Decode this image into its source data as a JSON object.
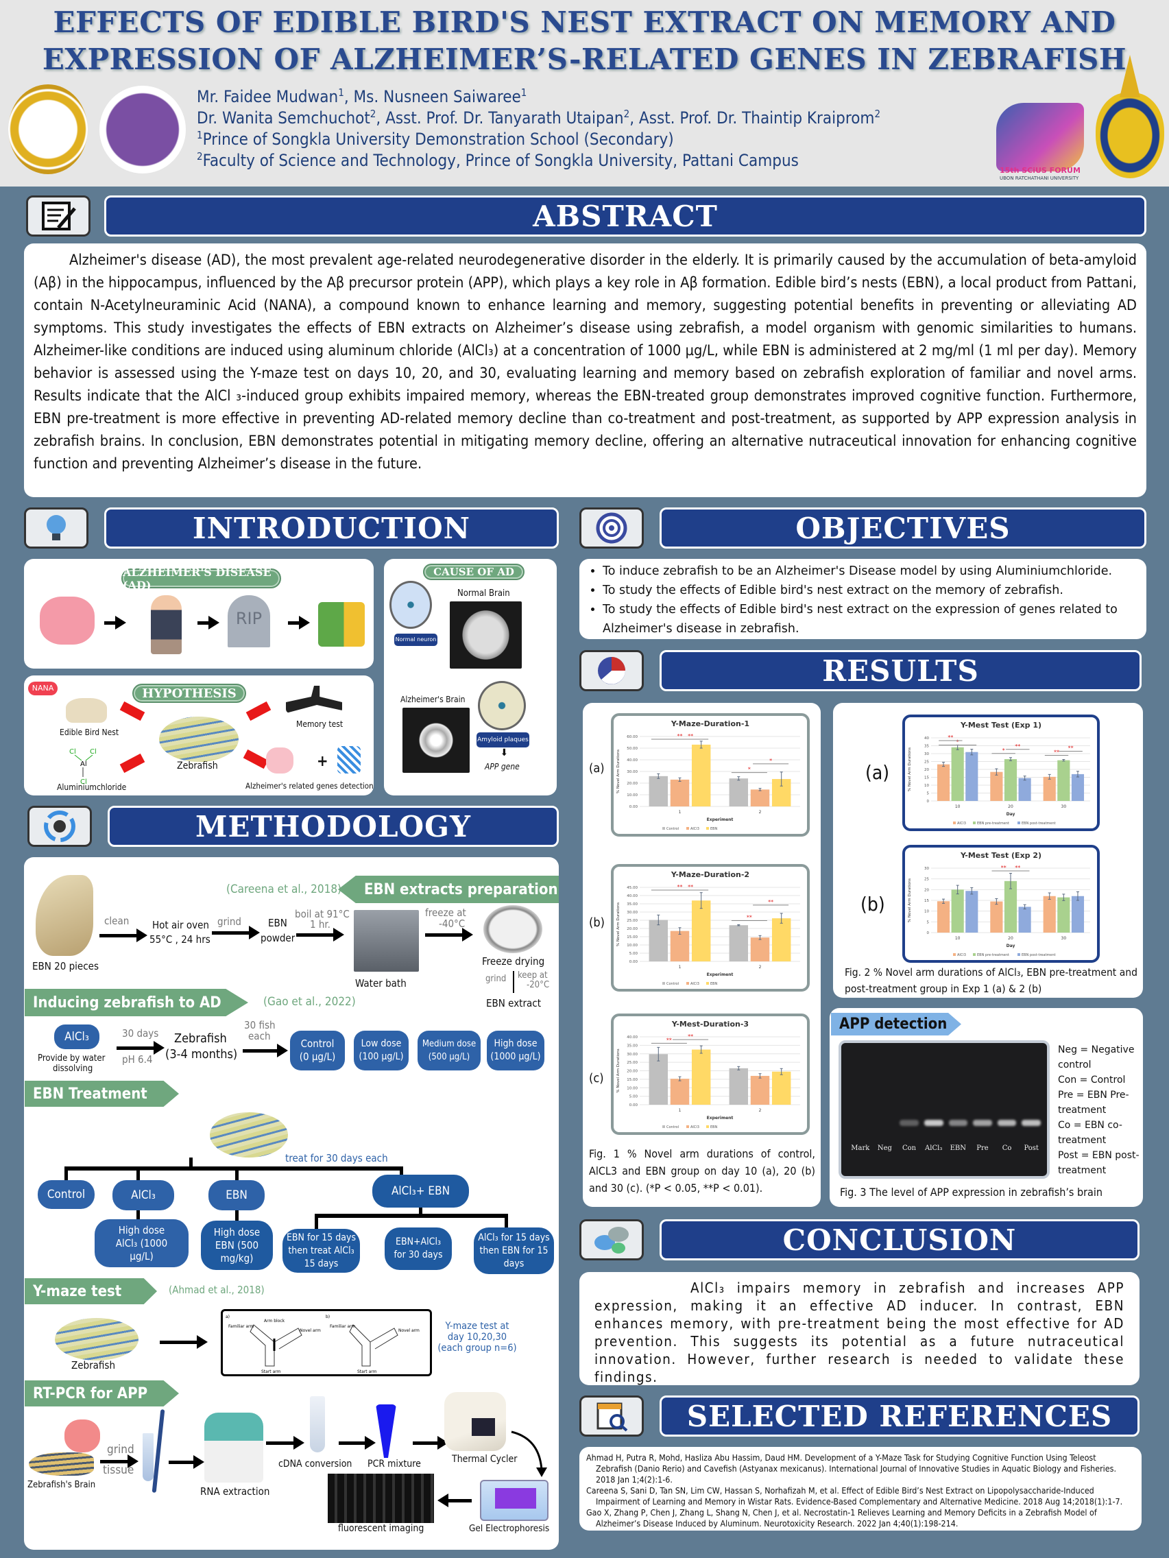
{
  "header": {
    "title_line1": "EFFECTS OF EDIBLE BIRD'S NEST EXTRACT ON MEMORY AND",
    "title_line2": "EXPRESSION OF ALZHEIMER’S-RELATED GENES IN ZEBRAFISH",
    "authors_line1": [
      {
        "name": "Mr. Faidee Mudwan",
        "aff": "1"
      },
      {
        "name": ", Ms. Nusneen Saiwaree",
        "aff": "1"
      }
    ],
    "authors_line2": [
      {
        "name": "Dr. Wanita Semchuchot",
        "aff": "2"
      },
      {
        "name": ", Asst. Prof. Dr. Tanyarath Utaipan",
        "aff": "2"
      },
      {
        "name": ", Asst. Prof. Dr. Thaintip Kraiprom",
        "aff": "2"
      }
    ],
    "affiliations": [
      {
        "num": "1",
        "text": "Prince of Songkla University Demonstration School (Secondary)"
      },
      {
        "num": "2",
        "text": "Faculty of Science and Technology, Prince of Songkla University, Pattani Campus"
      }
    ],
    "forum_logo_text": "15th SCiUS FORUM",
    "forum_logo_sub": "UBON RATCHATHANI UNIVERSITY"
  },
  "abstract": {
    "title": "ABSTRACT",
    "text": "Alzheimer's disease (AD), the most prevalent age-related neurodegenerative disorder in the elderly. It is primarily caused by the accumulation of beta-amyloid (Aβ) in the hippocampus, influenced by the Aβ precursor protein (APP), which plays a key role in Aβ formation. Edible bird’s nests (EBN), a local product from Pattani, contain N-Acetylneuraminic Acid (NANA), a compound known to enhance learning and memory, suggesting potential benefits in preventing or alleviating AD symptoms. This study investigates the effects of EBN extracts on Alzheimer’s disease using zebrafish, a model organism with genomic similarities to humans. Alzheimer-like conditions are induced using aluminum chloride (AlCl₃) at a concentration of 1000 µg/L, while EBN is administered at 2 mg/ml (1 ml per day). Memory behavior is assessed using the Y-maze test on days 10, 20, and 30, evaluating learning and memory based on zebrafish exploration of familiar and novel arms. Results indicate that the AlCl ₃-induced group exhibits impaired memory, whereas the EBN-treated group demonstrates improved cognitive function. Furthermore, EBN pre-treatment is more effective in preventing AD-related memory decline than co-treatment and post-treatment, as supported by APP expression analysis in zebrafish brains. In conclusion, EBN demonstrates potential in mitigating memory decline, offering an alternative nutraceutical innovation for enhancing cognitive function and preventing Alzheimer’s disease in the future."
  },
  "introduction": {
    "title": "INTRODUCTION",
    "ad_label": "ALZHEIMER'S DISEASE (AD)",
    "rip": "RIP",
    "hypothesis_label": "HYPOTHESIS",
    "nana": "NANA",
    "edible_bird_nest": "Edible Bird Nest",
    "aluminiumchloride": "Aluminiumchloride",
    "zebrafish": "Zebrafish",
    "memory_test": "Memory test",
    "genes_detection": "Alzheimer's related genes detection",
    "cause_label": "CAUSE OF AD",
    "normal_brain": "Normal Brain",
    "normal_neuron": "Normal neuron",
    "alz_brain": "Alzheimer's Brain",
    "amyloid": "Amyloid plaques",
    "app_gene": "APP gene"
  },
  "objectives": {
    "title": "OBJECTIVES",
    "items": [
      "To induce zebrafish to be an Alzheimer's Disease model by using Aluminiumchloride.",
      "To study the effects of Edible bird's nest extract on the memory of zebrafish.",
      "To study the effects of Edible bird's nest extract on the expression of genes related to Alzheimer's disease in zebrafish."
    ]
  },
  "methodology": {
    "title": "METHODOLOGY",
    "prep": {
      "tag": "EBN extracts preparation",
      "ref": "(Careena et al., 2018)",
      "ebn_pieces": "EBN 20 pieces",
      "clean": "clean",
      "oven1": "Hot air oven",
      "oven2": "55°C , 24 hrs",
      "grind": "grind",
      "powder1": "EBN",
      "powder2": "powder",
      "boil1": "boil at 91°C",
      "boil2": "1 hr.",
      "water_bath": "Water bath",
      "freeze1": "freeze at",
      "freeze2": "-40°C",
      "freeze_drying": "Freeze drying",
      "grind2": "grind",
      "keep1": "keep at",
      "keep2": "-20°C",
      "extract": "EBN extract"
    },
    "induce": {
      "tag": "Inducing zebrafish to AD",
      "ref": "(Gao et al., 2022)",
      "alcl3": "AlCl₃",
      "provide": "Provide by water",
      "dissolving": "dissolving",
      "days": "30 days",
      "ph": "pH 6.4",
      "zebrafish": "Zebrafish",
      "months": "(3-4 months)",
      "fish1": "30 fish",
      "fish2": "each",
      "doses": [
        {
          "name": "Control",
          "value": "(0 µg/L)"
        },
        {
          "name": "Low dose",
          "value": "(100 µg/L)"
        },
        {
          "name": "Medium dose",
          "value": "(500 µg/L)"
        },
        {
          "name": "High dose",
          "value": "(1000 µg/L)"
        }
      ]
    },
    "treatment": {
      "tag": "EBN Treatment",
      "treat": "treat for 30 days each",
      "control": "Control",
      "alcl3": "AlCl₃",
      "ebn": "EBN",
      "combo": "AlCl₃+ EBN",
      "alcl3_sub": "High dose AlCl₃ (1000 µg/L)",
      "ebn_sub": "High dose EBN (500 mg/kg)",
      "combo_subs": [
        "EBN for 15 days then treat AlCl₃ 15 days",
        "EBN+AlCl₃ for 30 days",
        "AlCl₃ for 15 days then EBN for 15 days"
      ]
    },
    "ymaze": {
      "tag": "Y-maze test",
      "ref": "(Ahmad et al., 2018)",
      "zebrafish": "Zebrafish",
      "note": "Y-maze test at day 10,20,30 (each group n=6)",
      "diagram": {
        "a": "a)",
        "b": "b)",
        "arm_block": "Arm block",
        "familiar": "Familiar arm",
        "novel": "Novel arm",
        "start": "Start arm"
      }
    },
    "rtpcr": {
      "tag": "RT-PCR for APP",
      "brain": "Zebrafish's Brain",
      "grind": "grind",
      "tissue": "tissue",
      "rna": "RNA extraction",
      "cdna": "cDNA conversion",
      "pcr": "PCR mixture",
      "cycler": "Thermal Cycler",
      "gel": "Gel Electrophoresis",
      "imaging": "fluorescent imaging"
    }
  },
  "results": {
    "title": "RESULTS",
    "fig1_labels": [
      "(a)",
      "(b)",
      "(c)"
    ],
    "fig1_caption": "Fig. 1 % Novel arm durations of control, AlCL3 and EBN group on day 10 (a), 20 (b) and 30 (c). (*P < 0.05, **P < 0.01).",
    "fig2_labels": [
      "(a)",
      "(b)"
    ],
    "fig2_caption": "Fig. 2 % Novel arm durations of AlCl₃, EBN pre-treatment and post-treatment group in Exp 1 (a) & 2 (b)",
    "app": {
      "tag": "APP detection",
      "lanes": [
        "Mark",
        "Neg",
        "Con",
        "AlCl₃",
        "EBN",
        "Pre",
        "Co",
        "Post"
      ],
      "band_intensity": [
        0,
        0,
        0.35,
        0.9,
        0.55,
        0.7,
        0.8,
        0.85
      ],
      "legend": [
        "Neg = Negative control",
        "Con = Control",
        "Pre = EBN Pre-treatment",
        "Co = EBN co-treatment",
        "Post = EBN post-treatment"
      ],
      "caption": "Fig. 3 The level of APP expression in zebrafish’s brain"
    }
  },
  "chart_data": [
    {
      "type": "bar",
      "title": "Y-Maze-Duration-1",
      "xlabel": "Experiment",
      "ylabel": "% Novel Arm Durations",
      "categories": [
        "1",
        "2"
      ],
      "ylim": [
        0,
        60
      ],
      "ystep": 10,
      "decimals": 2,
      "series": [
        {
          "name": "Control",
          "color": "#bfbfbf",
          "values": [
            26,
            24
          ],
          "errors": [
            2,
            1.5
          ]
        },
        {
          "name": "AlCl3",
          "color": "#f4b183",
          "values": [
            23,
            14.5
          ],
          "errors": [
            1.5,
            1
          ]
        },
        {
          "name": "EBN",
          "color": "#ffd966",
          "values": [
            53,
            23.5
          ],
          "errors": [
            3,
            6
          ]
        }
      ],
      "significance": [
        {
          "cat": 0,
          "from": 1,
          "to": 2,
          "label": "**"
        },
        {
          "cat": 0,
          "from": 0,
          "to": 2,
          "label": "**"
        },
        {
          "cat": 1,
          "from": 0,
          "to": 1,
          "label": "*"
        },
        {
          "cat": 1,
          "from": 1,
          "to": 2,
          "label": "*"
        }
      ]
    },
    {
      "type": "bar",
      "title": "Y-Maze-Duration-2",
      "xlabel": "Experiment",
      "ylabel": "% Novel Arm Durations",
      "categories": [
        "1",
        "2"
      ],
      "ylim": [
        0,
        45
      ],
      "ystep": 5,
      "decimals": 2,
      "series": [
        {
          "name": "Control",
          "color": "#bfbfbf",
          "values": [
            25.2,
            22
          ],
          "errors": [
            3,
            0.3
          ]
        },
        {
          "name": "AlCl3",
          "color": "#f4b183",
          "values": [
            18.5,
            14.5
          ],
          "errors": [
            2,
            1.2
          ]
        },
        {
          "name": "EBN",
          "color": "#ffd966",
          "values": [
            37,
            26.2
          ],
          "errors": [
            4.8,
            3
          ]
        }
      ],
      "significance": [
        {
          "cat": 0,
          "from": 1,
          "to": 2,
          "label": "**"
        },
        {
          "cat": 0,
          "from": 0,
          "to": 2,
          "label": "**"
        },
        {
          "cat": 1,
          "from": 0,
          "to": 1,
          "label": "**"
        },
        {
          "cat": 1,
          "from": 1,
          "to": 2,
          "label": "**"
        }
      ]
    },
    {
      "type": "bar",
      "title": "Y-Mest-Duration-3",
      "xlabel": "Experiment",
      "ylabel": "% Novel Arm Durations",
      "categories": [
        "1",
        "2"
      ],
      "ylim": [
        0,
        40
      ],
      "ystep": 5,
      "decimals": 2,
      "series": [
        {
          "name": "Control",
          "color": "#bfbfbf",
          "values": [
            29.8,
            21.5
          ],
          "errors": [
            4,
            1
          ]
        },
        {
          "name": "AlCl3",
          "color": "#f4b183",
          "values": [
            15.3,
            17
          ],
          "errors": [
            1.2,
            1.3
          ]
        },
        {
          "name": "EBN",
          "color": "#ffd966",
          "values": [
            32.5,
            19.5
          ],
          "errors": [
            2.2,
            1.8
          ]
        }
      ],
      "significance": [
        {
          "cat": 0,
          "from": 0,
          "to": 1,
          "label": "**"
        },
        {
          "cat": 0,
          "from": 1,
          "to": 2,
          "label": "**"
        }
      ]
    },
    {
      "type": "bar",
      "title": "Y-Mest Test (Exp 1)",
      "xlabel": "Day",
      "ylabel": "% Novel Arm Durations",
      "categories": [
        "10",
        "20",
        "30"
      ],
      "ylim": [
        0,
        40
      ],
      "ystep": 5,
      "decimals": 0,
      "series": [
        {
          "name": "AlCl3",
          "color": "#f4b183",
          "values": [
            23.2,
            18.4,
            15.3
          ],
          "errors": [
            1.3,
            2,
            1.5
          ]
        },
        {
          "name": "EBN pre-treatment",
          "color": "#a9d18e",
          "values": [
            34,
            26.5,
            25.8
          ],
          "errors": [
            1.5,
            1,
            0.5
          ]
        },
        {
          "name": "EBN post-treatment",
          "color": "#8faadc",
          "values": [
            31,
            14.5,
            17
          ],
          "errors": [
            1.8,
            1.3,
            1.8
          ]
        }
      ],
      "significance": [
        {
          "cat": 0,
          "from": 0,
          "to": 2,
          "label": "*"
        },
        {
          "cat": 0,
          "from": 0,
          "to": 1,
          "label": "**"
        },
        {
          "cat": 1,
          "from": 0,
          "to": 1,
          "label": "*"
        },
        {
          "cat": 1,
          "from": 1,
          "to": 2,
          "label": "**"
        },
        {
          "cat": 2,
          "from": 0,
          "to": 1,
          "label": "**"
        },
        {
          "cat": 2,
          "from": 1,
          "to": 2,
          "label": "**"
        }
      ]
    },
    {
      "type": "bar",
      "title": "Y-Mest Test (Exp 2)",
      "xlabel": "Day",
      "ylabel": "% Novel Arm Durations",
      "categories": [
        "10",
        "20",
        "30"
      ],
      "ylim": [
        0,
        30
      ],
      "ystep": 5,
      "decimals": 0,
      "series": [
        {
          "name": "AlCl3",
          "color": "#f4b183",
          "values": [
            14.6,
            14.5,
            17
          ],
          "errors": [
            1,
            1.3,
            1.5
          ]
        },
        {
          "name": "EBN pre-treatment",
          "color": "#a9d18e",
          "values": [
            20,
            24,
            16.4
          ],
          "errors": [
            2,
            3.6,
            1.5
          ]
        },
        {
          "name": "EBN post-treatment",
          "color": "#8faadc",
          "values": [
            19.4,
            12,
            17
          ],
          "errors": [
            1.5,
            1,
            2
          ]
        }
      ],
      "significance": [
        {
          "cat": 1,
          "from": 0,
          "to": 1,
          "label": "**"
        },
        {
          "cat": 1,
          "from": 1,
          "to": 2,
          "label": "**"
        }
      ]
    }
  ],
  "conclusion": {
    "title": "CONCLUSION",
    "text": "AlCl₃ impairs memory in zebrafish and increases APP expression, making it an effective AD inducer. In contrast, EBN enhances memory, with pre-treatment being the most effective for AD prevention. This suggests its potential as a future nutraceutical innovation. However, further research is needed to validate these findings."
  },
  "references": {
    "title": "SELECTED REFERENCES",
    "items": [
      "Ahmad H, Putra R, Mohd, Hasliza Abu Hassim, Daud HM. Development of a Y-Maze Task for Studying Cognitive Function Using Teleost Zebrafish (Danio Rerio) and Cavefish (Astyanax mexicanus). International Journal of Innovative Studies in Aquatic Biology and Fisheries. 2018 Jan 1;4(2):1-6.",
      "Careena S, Sani D, Tan SN, Lim CW, Hassan S, Norhafizah M, et al. Effect of Edible Bird’s Nest Extract on Lipopolysaccharide-Induced Impairment of Learning and Memory in Wistar Rats. Evidence-Based Complementary and Alternative Medicine. 2018 Aug 14;2018(1):1-7.",
      "Gao X, Zhang P, Chen J, Zhang L, Shang N, Chen J, et al. Necrostatin-1 Relieves Learning and Memory Deficits in a Zebrafish Model of Alzheimer’s Disease Induced by Aluminum. Neurotoxicity Research. 2022 Jan 4;40(1):198-214."
    ]
  }
}
